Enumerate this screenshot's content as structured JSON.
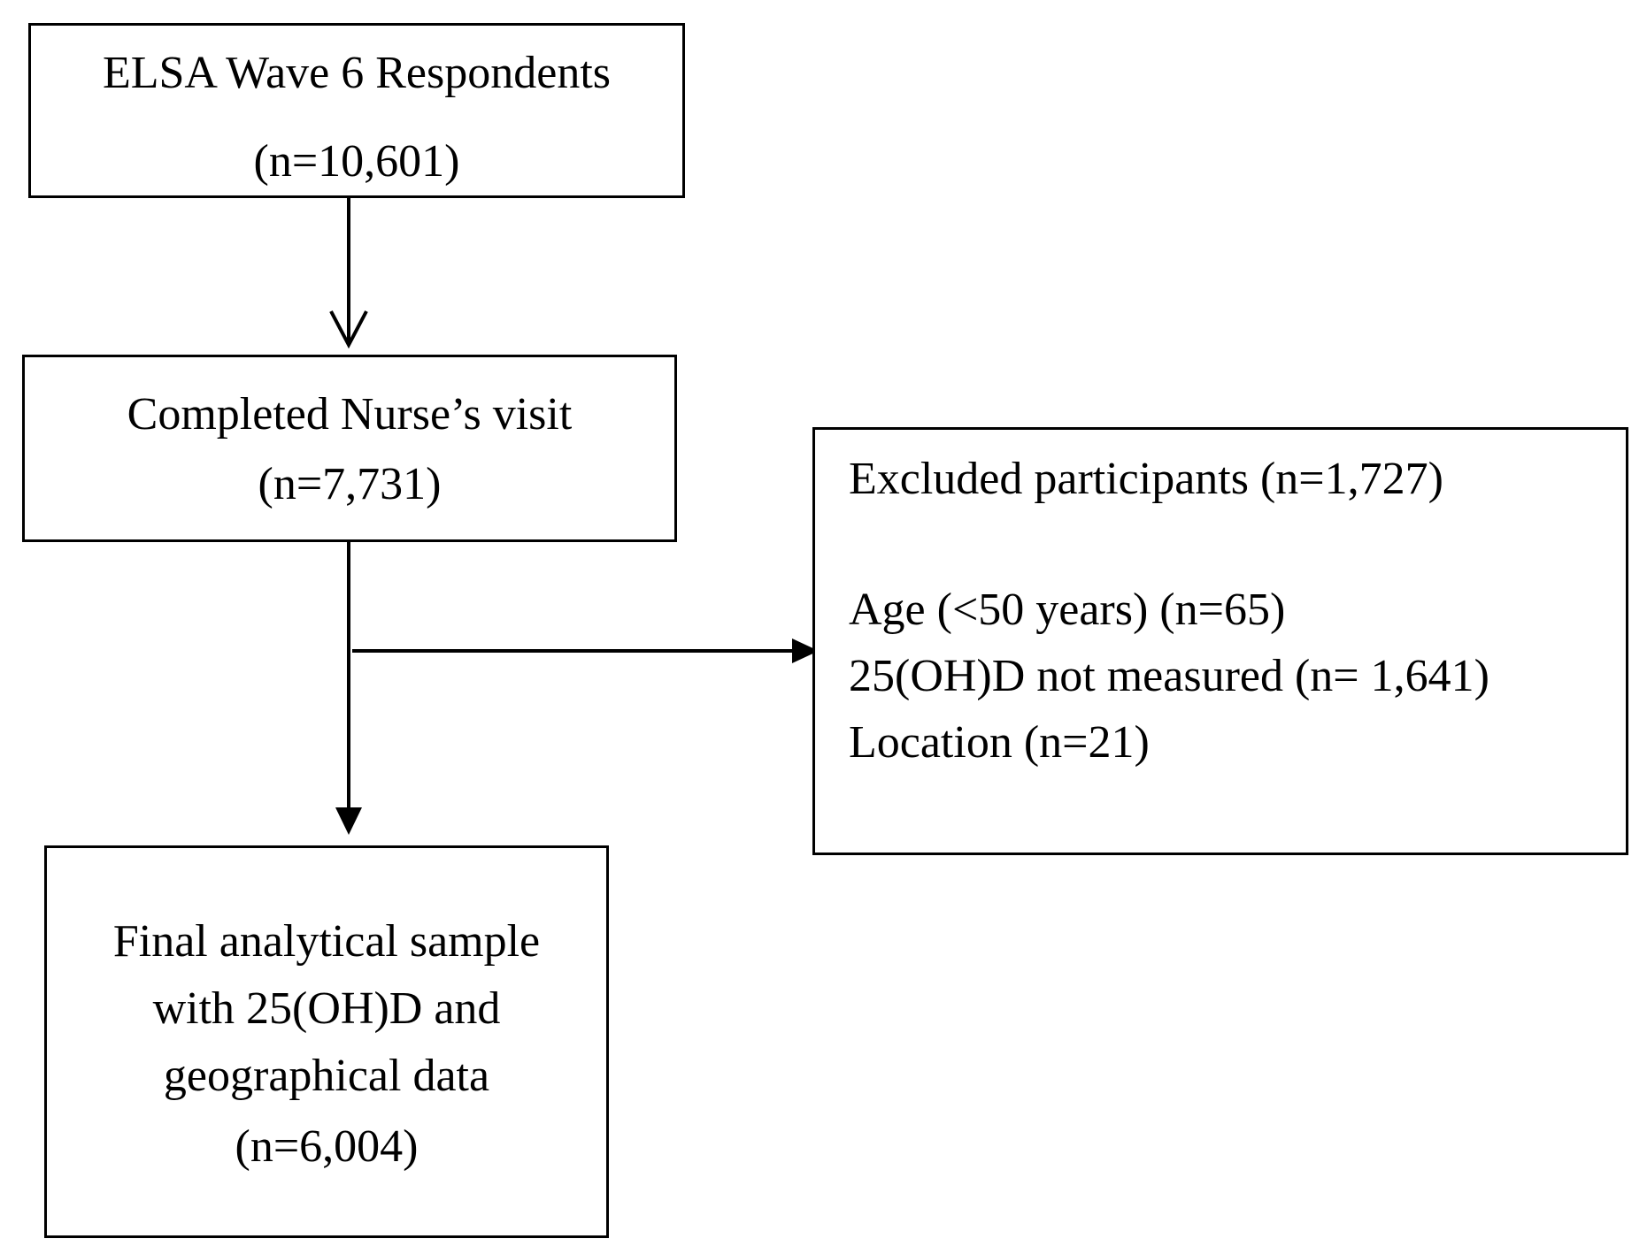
{
  "diagram": {
    "boxes": {
      "respondents": {
        "title": "ELSA Wave 6 Respondents",
        "count": "(n=10,601)"
      },
      "nurse_visit": {
        "title": "Completed Nurse’s visit",
        "count": "(n=7,731)"
      },
      "excluded": {
        "title": "Excluded participants (n=1,727)",
        "reasons": [
          "Age (<50 years) (n=65)",
          "25(OH)D not measured (n= 1,641)",
          "Location (n=21)"
        ]
      },
      "final_sample": {
        "lines": [
          "Final analytical sample",
          "with 25(OH)D and",
          "geographical data",
          "(n=6,004)"
        ]
      }
    },
    "colors": {
      "stroke": "#000000",
      "background": "#ffffff"
    }
  }
}
